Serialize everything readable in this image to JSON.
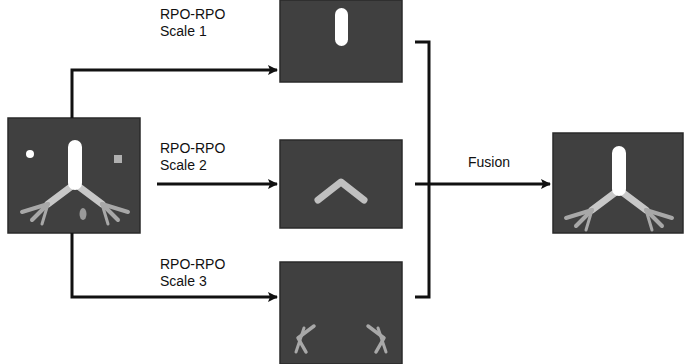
{
  "diagram": {
    "labels": [
      "RPO-RPO Scale 1",
      "RPO-RPO Scale 2",
      "RPO-RPO Scale 3",
      "Fusion"
    ]
  }
}
